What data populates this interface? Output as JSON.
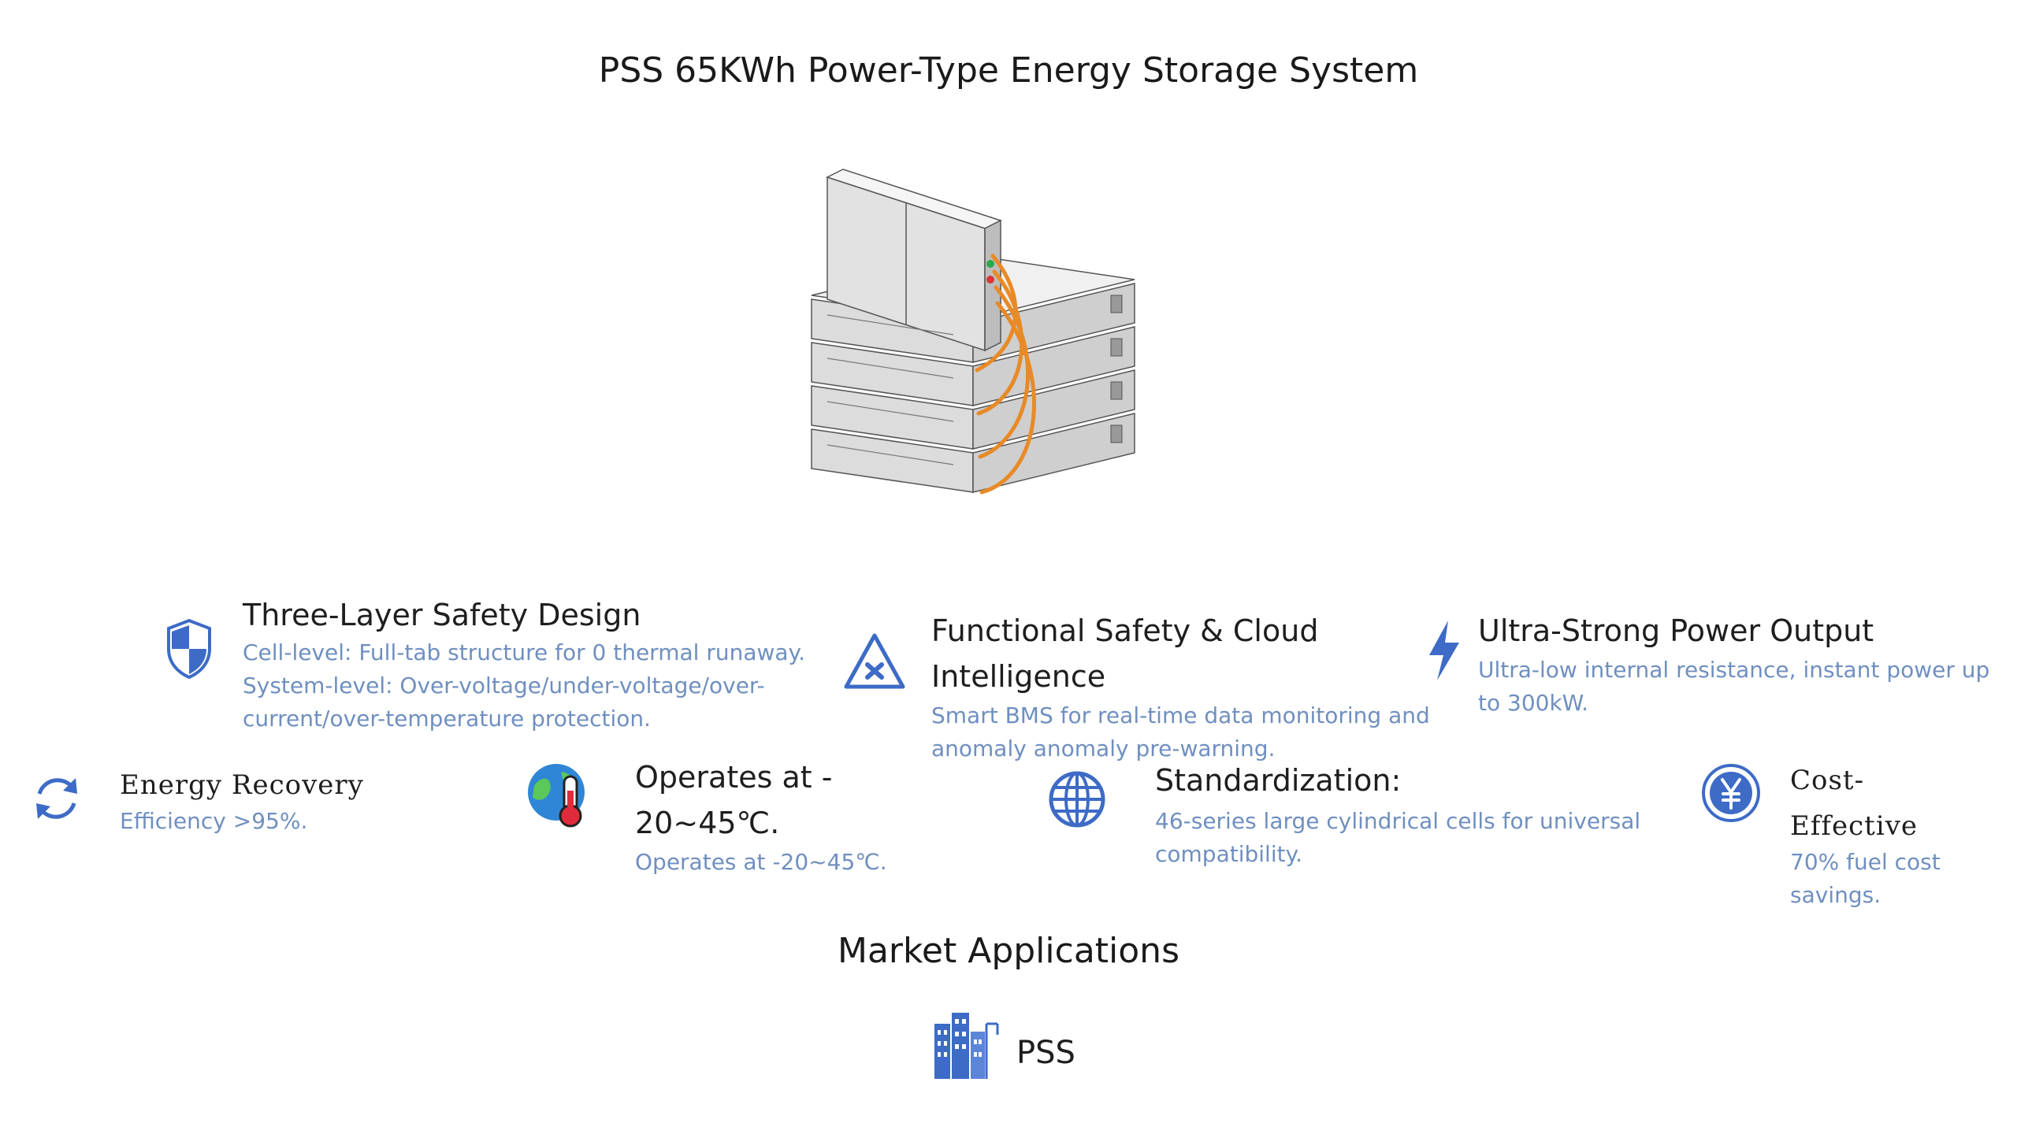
{
  "page": {
    "title": "PSS 65KWh Power-Type Energy Storage System"
  },
  "features": {
    "safety": {
      "title": "Three-Layer Safety Design",
      "desc_1": "Cell-level: Full-tab structure for 0 thermal runaway.",
      "desc_2": "System-level: Over-voltage/under-voltage/over-",
      "desc_3": "current/over-temperature protection."
    },
    "cloud": {
      "title_1": "Functional Safety & Cloud",
      "title_2": "Intelligence",
      "desc_1": "Smart BMS for real-time data monitoring and",
      "desc_2": "anomaly anomaly pre-warning."
    },
    "power": {
      "title": "Ultra-Strong Power Output",
      "desc_1": "Ultra-low internal resistance, instant power up",
      "desc_2": "to 300kW."
    },
    "recovery": {
      "title": "Energy Recovery",
      "desc": "Efficiency >95%."
    },
    "temperature": {
      "title_1": "Operates at -",
      "title_2": "20~45℃.",
      "desc": "Operates at -20~45℃."
    },
    "standard": {
      "title": "Standardization:",
      "desc_1": "46-series large cylindrical cells for universal",
      "desc_2": "compatibility."
    },
    "cost": {
      "title_1": "Cost-",
      "title_2": "Effective",
      "desc_1": "70% fuel cost",
      "desc_2": "savings."
    }
  },
  "market": {
    "heading": "Market Applications",
    "item_label": "PSS"
  },
  "colors": {
    "accent": "#3d6bc6",
    "desc_text": "#6f8fc0",
    "cable": "#e88a26"
  },
  "icons": [
    "shield-icon",
    "warning-triangle-icon",
    "lightning-icon",
    "recycle-icon",
    "thermometer-icon",
    "globe-icon",
    "yuan-coin-icon",
    "building-icon"
  ]
}
